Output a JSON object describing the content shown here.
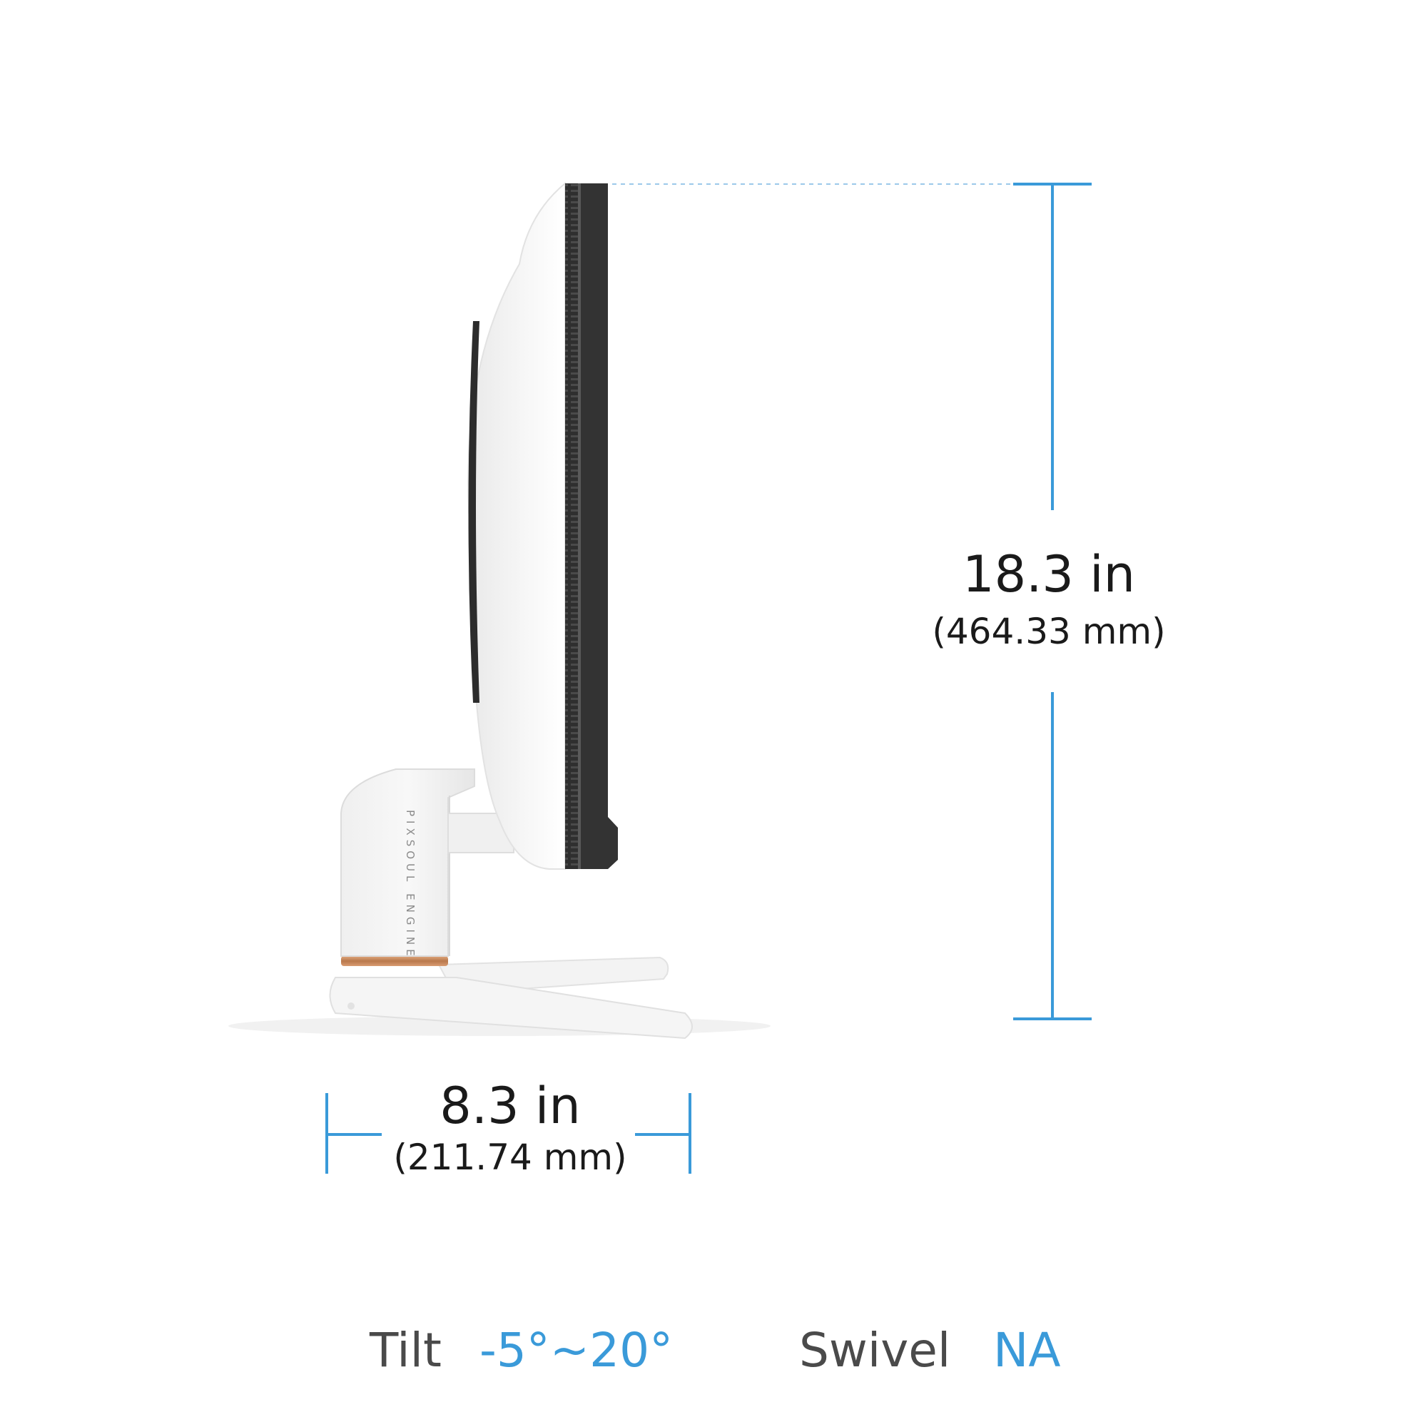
{
  "product_view": {
    "stand_lettering": "PIXSOUL ENGINE"
  },
  "dimensions": {
    "height": {
      "primary": "18.3 in",
      "secondary": "(464.33 mm)"
    },
    "depth": {
      "primary": "8.3 in",
      "secondary": "(211.74 mm)"
    }
  },
  "specs": [
    {
      "label": "Tilt",
      "value": "-5°~20°"
    },
    {
      "label": "Swivel",
      "value": "NA"
    }
  ],
  "colors": {
    "accent": "#3a9ad9",
    "label_text": "#4a4a4a",
    "dimension_text": "#1a1a1a",
    "monitor_body": "#f4f4f4",
    "bezel": "#333333",
    "copper_ring": "#c98a5e"
  }
}
